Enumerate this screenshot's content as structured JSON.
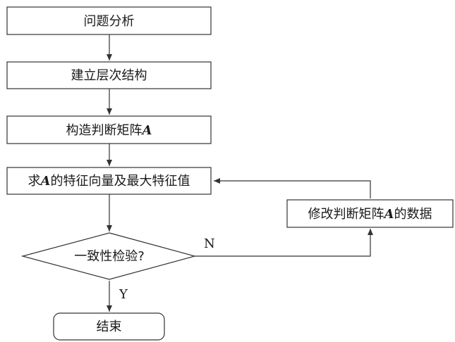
{
  "nodes": {
    "analysis": {
      "label": "问题分析"
    },
    "hierarchy": {
      "label": "建立层次结构"
    },
    "construct": {
      "label": "构造判断矩阵",
      "symbol": "A"
    },
    "eigen": {
      "label_before": "求",
      "symbol": "A",
      "label_after": "的特征向量及最大特征值"
    },
    "check": {
      "label": "一致性检验?"
    },
    "modify": {
      "label_before": "修改判断矩阵",
      "symbol": "A",
      "label_after": "的数据"
    },
    "end": {
      "label": "结束"
    }
  },
  "branches": {
    "no": "N",
    "yes": "Y"
  },
  "colors": {
    "stroke": "#333333",
    "fill": "#ffffff",
    "text": "#1a1a1a"
  }
}
